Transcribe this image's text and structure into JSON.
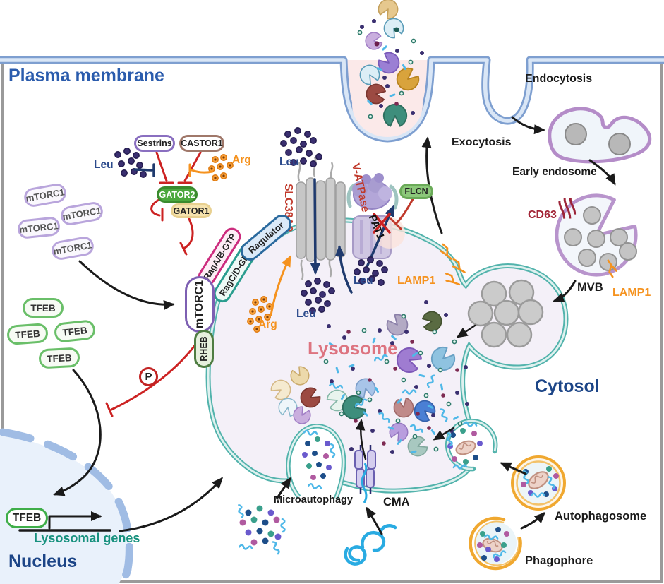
{
  "labels": {
    "plasma_membrane": "Plasma membrane",
    "nucleus": "Nucleus",
    "cytosol": "Cytosol",
    "lysosome": "Lysosome",
    "lysosomal_genes": "Lysosomal genes",
    "endocytosis": "Endocytosis",
    "exocytosis": "Exocytosis",
    "early_endosome": "Early endosome",
    "mvb": "MVB",
    "cd63": "CD63",
    "lamp1": "LAMP1",
    "microautophagy": "Microautophagy",
    "cma": "CMA",
    "autophagosome": "Autophagosome",
    "phagophore": "Phagophore"
  },
  "proteins": {
    "sestrins": "Sestrins",
    "castor1": "CASTOR1",
    "gator2": "GATOR2",
    "gator1": "GATOR1",
    "raga_b_gtp": "RagA/B-GTP",
    "ragc_d_gdp": "RagC/D-GDP",
    "ragulator": "Ragulator",
    "mtorc1": "mTORC1",
    "rheb": "RHEB",
    "slc38a9": "SLC38A9",
    "v_atpase": "V-ATPase",
    "pat1": "PAT1",
    "flcn": "FLCN",
    "tfeb": "TFEB",
    "phospho": "P"
  },
  "amino_acids": {
    "leu": "Leu",
    "arg": "Arg"
  },
  "colors": {
    "membrane_blue": "#7e9fd0",
    "lysosome_teal": "#52b3ac",
    "lysosome_fill": "#f4f0f8",
    "inhibition_red": "#cc2222",
    "arg_orange": "#f5921e",
    "leu_navy": "#2b4a8c",
    "lysosome_label": "#dd7480",
    "header_blue": "#2b5cad"
  }
}
